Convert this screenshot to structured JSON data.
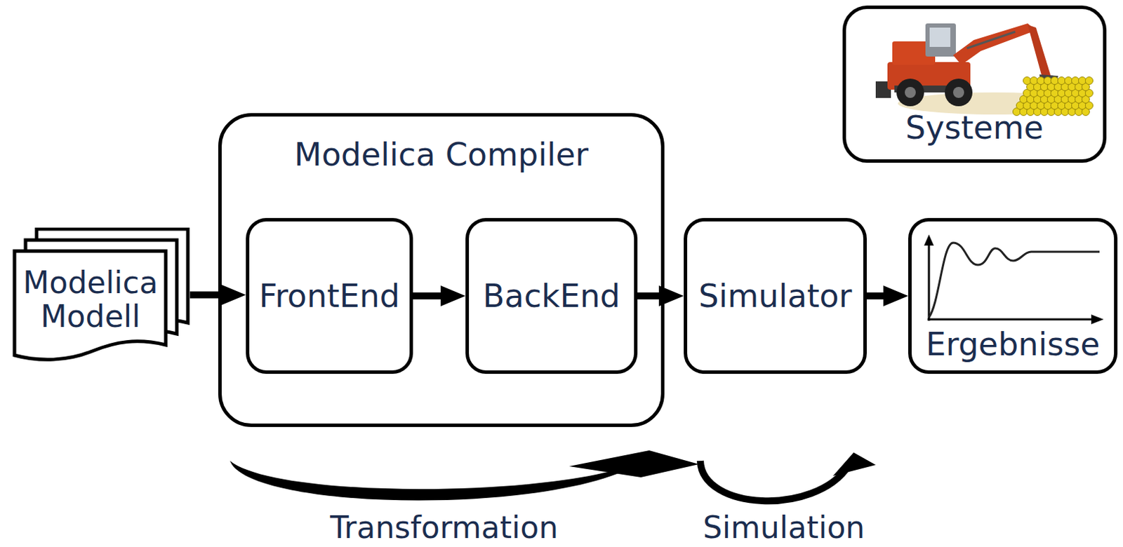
{
  "diagram": {
    "nodes": [
      {
        "text": [
          "Modelica Modell"
        ]
      },
      {
        "text": [
          "Modelica Compiler"
        ]
      },
      {
        "text": [
          "FrontEnd"
        ],
        "in": 1
      },
      {
        "text": [
          "BackEnd"
        ],
        "in": 1
      },
      {
        "text": [
          "Simulator"
        ]
      },
      {
        "text": [
          "Systeme"
        ]
      },
      {
        "text": [
          "Ergebnisse"
        ]
      }
    ],
    "edges": [
      {
        "from": 0,
        "to": 2,
        "arrow": "to"
      },
      {
        "from": 2,
        "to": 3,
        "arrow": "to"
      },
      {
        "from": 3,
        "to": 4,
        "arrow": "to"
      },
      {
        "from": 4,
        "to": 6,
        "arrow": "to"
      }
    ],
    "labels": [
      "Transformation",
      "Simulation"
    ]
  }
}
